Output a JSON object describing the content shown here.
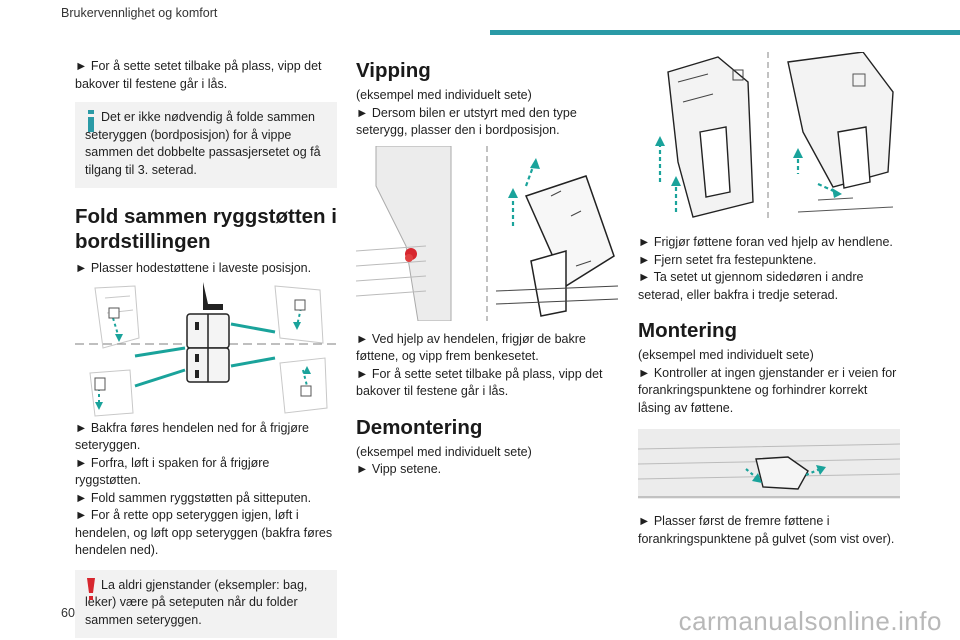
{
  "header": {
    "title": "Brukervennlighet og komfort",
    "accent_color": "#2a9aa6"
  },
  "footer": {
    "page_number": "60",
    "watermark": "carmanualsonline.info"
  },
  "col1": {
    "intro_text": "► For å sette setet tilbake på plass, vipp det bakover til festene går i lås.",
    "info_note": "Det er ikke nødvendig å folde sammen seteryggen (bordposisjon) for å vippe sammen det dobbelte passasjersetet og få tilgang til 3. seterad.",
    "heading": "Fold sammen ryggstøtten i bordstillingen",
    "step1": "► Plasser hodestøttene i laveste posisjon.",
    "step2": "► Bakfra føres hendelen ned for å frigjøre seteryggen.",
    "step3": "► Forfra, løft i spaken for å frigjøre ryggstøtten.",
    "step4": "► Fold sammen ryggstøtten på sitteputen.",
    "step5": "► For å rette opp seteryggen igjen, løft i hendelen, og løft opp seteryggen (bakfra føres hendelen ned).",
    "warning_note": "La aldri gjenstander (eksempler: bag, leker) være på seteputen når du folder sammen seteryggen."
  },
  "col2": {
    "heading_tilt": "Vipping",
    "tilt_sub": "(eksempel med individuelt sete)",
    "tilt_step1": "► Dersom bilen er utstyrt med den type seterygg, plasser den i bordposisjon.",
    "tilt_step2": "► Ved hjelp av hendelen, frigjør de bakre føttene, og vipp frem benkesetet.",
    "tilt_step3": "► For å sette setet tilbake på plass, vipp det bakover til festene går i lås.",
    "heading_remove": "Demontering",
    "remove_sub": "(eksempel med individuelt sete)",
    "remove_step1": "► Vipp setene."
  },
  "col3": {
    "remove_step2": "► Frigjør føttene foran ved hjelp av hendlene.",
    "remove_step3": "► Fjern setet fra festepunktene.",
    "remove_step4": "► Ta setet ut gjennom sidedøren i andre seterad, eller bakfra i tredje seterad.",
    "heading_install": "Montering",
    "install_sub": "(eksempel med individuelt sete)",
    "install_step1": "► Kontroller at ingen gjenstander er i veien for forankringspunktene og forhindrer korrekt låsing av føttene.",
    "install_step2": "► Plasser først de fremre føttene i forankringspunktene på gulvet (som vist over)."
  },
  "colors": {
    "info": "#2a9aa6",
    "warning": "#d7262e",
    "note_bg": "#f2f2f2",
    "arrow": "#1aa39b"
  }
}
